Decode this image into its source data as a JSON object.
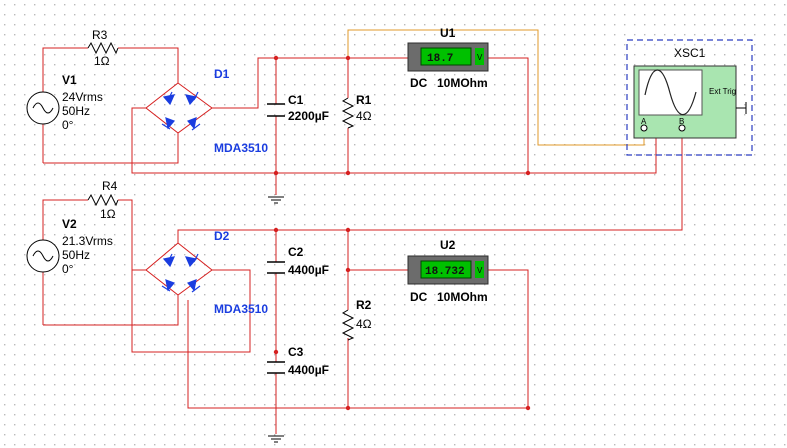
{
  "colors": {
    "wire": "#d62020",
    "probe_wire": "#e09a2a",
    "component": "#000000",
    "diode": "#1a3de0",
    "grid_dot": "#b9b9b9",
    "meter_body": "#6c6c6c",
    "meter_display": "#00c000",
    "scope_body": "#a9e5b0",
    "scope_border": "#2a3cc0"
  },
  "top_circuit": {
    "source": {
      "ref": "V1",
      "voltage": "24Vrms",
      "freq": "50Hz",
      "phase": "0°"
    },
    "series_resistor": {
      "ref": "R3",
      "value": "1Ω"
    },
    "bridge": {
      "ref": "D1",
      "part": "MDA3510"
    },
    "capacitor": {
      "ref": "C1",
      "value": "2200µF"
    },
    "load": {
      "ref": "R1",
      "value": "4Ω"
    },
    "meter": {
      "ref": "U1",
      "reading": "18.7",
      "mode": "DC",
      "impedance": "10MOhm",
      "unit_icon": "V"
    }
  },
  "bottom_circuit": {
    "source": {
      "ref": "V2",
      "voltage": "21.3Vrms",
      "freq": "50Hz",
      "phase": "0°"
    },
    "series_resistor": {
      "ref": "R4",
      "value": "1Ω"
    },
    "bridge": {
      "ref": "D2",
      "part": "MDA3510"
    },
    "capacitor_top": {
      "ref": "C2",
      "value": "4400µF"
    },
    "capacitor_bottom": {
      "ref": "C3",
      "value": "4400µF"
    },
    "load": {
      "ref": "R2",
      "value": "4Ω"
    },
    "meter": {
      "ref": "U2",
      "reading": "18.732",
      "mode": "DC",
      "impedance": "10MOhm",
      "unit_icon": "V"
    }
  },
  "oscilloscope": {
    "ref": "XSC1",
    "terminal_a": "A",
    "terminal_b": "B",
    "ext_trig": "Ext Trig"
  }
}
